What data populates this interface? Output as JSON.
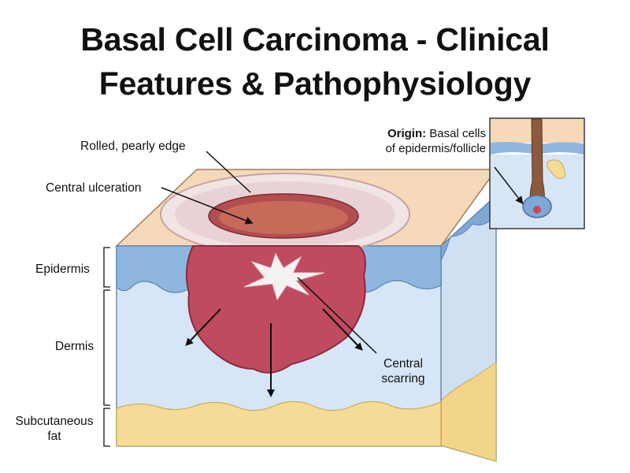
{
  "title": {
    "line1": "Basal Cell Carcinoma - Clinical",
    "line2": "Features & Pathophysiology"
  },
  "labels": {
    "rolled_edge": "Rolled, pearly edge",
    "central_ulceration": "Central ulceration",
    "epidermis": "Epidermis",
    "dermis": "Dermis",
    "subcutaneous_line1": "Subcutaneous",
    "subcutaneous_line2": "fat",
    "central_scarring_line1": "Central",
    "central_scarring_line2": "scarring"
  },
  "inset": {
    "origin_bold": "Origin:",
    "origin_rest": " Basal cells",
    "origin_line2": "of epidermis/follicle"
  },
  "colors": {
    "skin_surface": "#f6d9b8",
    "epidermis_blue": "#8fb6df",
    "dermis_blue": "#d6e6f6",
    "fat_yellow": "#f4dc96",
    "tumor_red": "#c04b5f",
    "tumor_dark": "#9b2f45",
    "scar_white": "#f4f1f1"
  }
}
